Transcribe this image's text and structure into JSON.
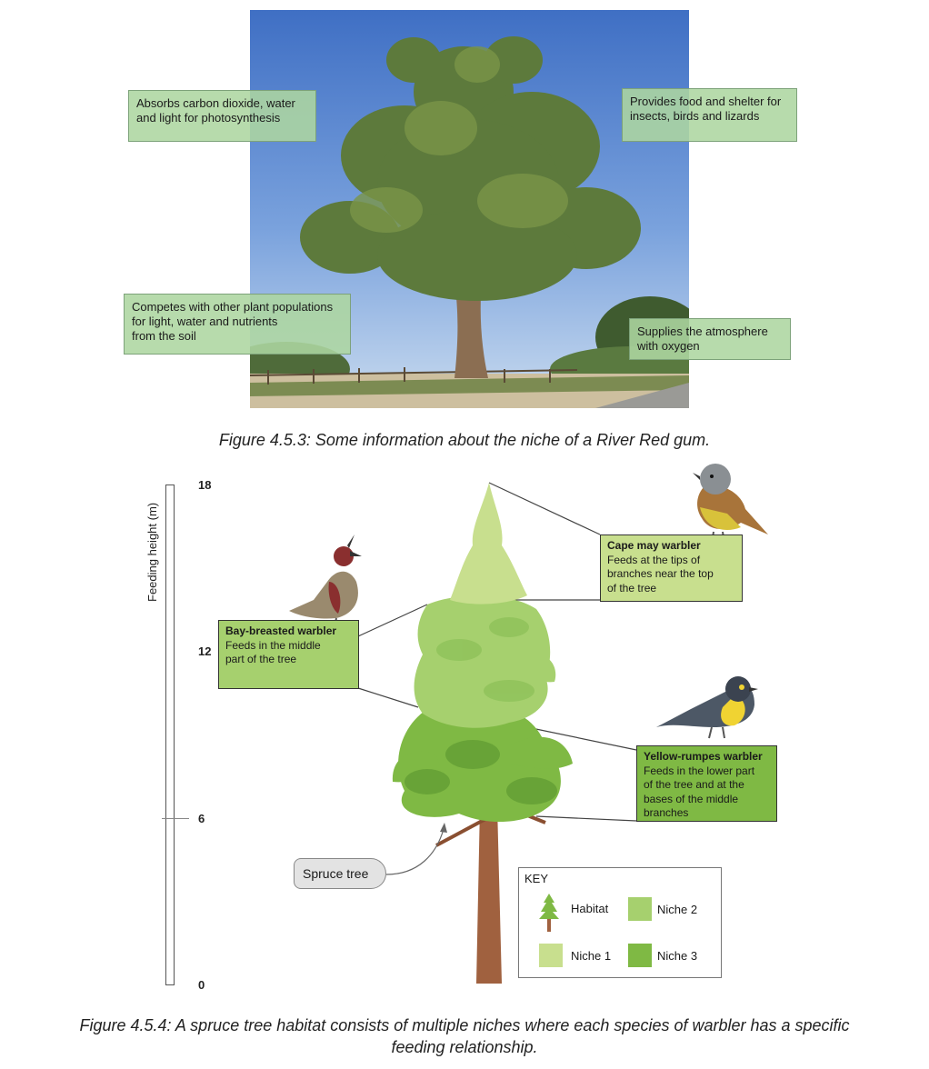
{
  "figure1": {
    "boxes": {
      "top_left": "Absorbs carbon dioxide, water and light for photosynthesis",
      "top_right": "Provides food and shelter for insects, birds and lizards",
      "bottom_left_lines": [
        "Competes with other plant populations",
        "for light, water and nutrients",
        "from the soil"
      ],
      "bottom_right": "Supplies the atmosphere with oxygen"
    },
    "caption": "Figure 4.5.3: Some information about the niche of a River Red gum."
  },
  "figure2": {
    "axis": {
      "title": "Feeding height (m)",
      "ticks": [
        "18",
        "12",
        "6",
        "0"
      ]
    },
    "callouts": {
      "cape_may": {
        "title": "Cape may warbler",
        "lines": [
          "Feeds at the tips of",
          "branches near the top",
          "of the tree"
        ]
      },
      "bay_breasted": {
        "title": "Bay-breasted warbler",
        "lines": [
          "Feeds in the middle",
          "part of the tree"
        ]
      },
      "yellow_rumped": {
        "title": "Yellow-rumpes warbler",
        "lines": [
          "Feeds in the lower part",
          "of the tree and at the",
          "bases of the middle",
          "branches"
        ]
      }
    },
    "spruce_label": "Spruce tree",
    "key": {
      "title": "KEY",
      "habitat": "Habitat",
      "niche1": "Niche 1",
      "niche2": "Niche 2",
      "niche3": "Niche 3"
    },
    "colors": {
      "niche1": "#c8df8e",
      "niche2": "#a6d06e",
      "niche3": "#7fb944",
      "trunk": "#a0613f"
    },
    "caption_lines": [
      "Figure 4.5.4: A spruce tree habitat consists of multiple niches where each species of warbler has a specific",
      "feeding relationship."
    ]
  }
}
